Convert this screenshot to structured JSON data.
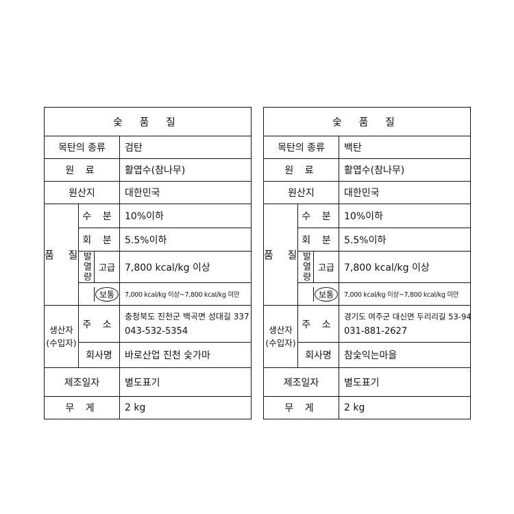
{
  "cards": [
    {
      "title": "숯 품 질",
      "type_label": "목탄의 종류",
      "type_value": "검탄",
      "material_label": "원 료",
      "material_value": "활엽수(참나무)",
      "origin_label": "원산지",
      "origin_value": "대한민국",
      "quality_label": "품 질",
      "moisture_label": "수 분",
      "moisture_value": "10%이하",
      "ash_label": "회 분",
      "ash_value": "5.5%이하",
      "calorific_label": "발열량",
      "high_grade_label": "고급",
      "high_grade_value": "7,800 kcal/kg 이상",
      "normal_grade_label": "보통",
      "normal_grade_value": "7,000 kcal/kg 이상~7,800 kcal/kg 미만",
      "producer_label_line1": "생산자",
      "producer_label_line2": "(수입자)",
      "address_label": "주 소",
      "address_line1": "충청북도 진천군 백곡면 성대길 337",
      "address_line2": "043-532-5354",
      "company_label": "회사명",
      "company_value": "바로산업 진천 숯가마",
      "date_label": "제조일자",
      "date_value": "별도표기",
      "weight_label": "무 게",
      "weight_value": "2 kg"
    },
    {
      "title": "숯 품 질",
      "type_label": "목탄의 종류",
      "type_value": "백탄",
      "material_label": "원 료",
      "material_value": "활엽수(참나무)",
      "origin_label": "원산지",
      "origin_value": "대한민국",
      "quality_label": "품 질",
      "moisture_label": "수 분",
      "moisture_value": "10%이하",
      "ash_label": "회 분",
      "ash_value": "5.5%이하",
      "calorific_label": "발열량",
      "high_grade_label": "고급",
      "high_grade_value": "7,800 kcal/kg 이상",
      "normal_grade_label": "보통",
      "normal_grade_value": "7,000 kcal/kg 이상~7,800 kcal/kg 미만",
      "producer_label_line1": "생산자",
      "producer_label_line2": "(수입자)",
      "address_label": "주 소",
      "address_line1": "경기도 여주군 대신면 두리리길 53-94",
      "address_line2": "031-881-2627",
      "company_label": "회사명",
      "company_value": "참숯익는마을",
      "date_label": "제조일자",
      "date_value": "별도표기",
      "weight_label": "무 게",
      "weight_value": "2 kg"
    }
  ]
}
